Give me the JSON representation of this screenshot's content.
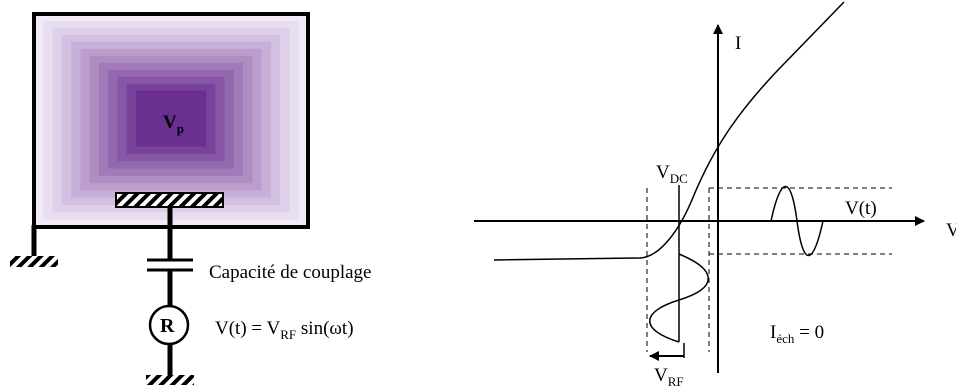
{
  "left_circuit": {
    "plasma_label": {
      "main": "V",
      "sub": "p"
    },
    "capacitor_label": "Capacité de couplage",
    "source_label": "R",
    "source_equation": {
      "lhs": "V(t) = V",
      "sub": "RF",
      "rhs": " sin(ωt)"
    },
    "colors": {
      "plasma_outer": "#f1eaf7",
      "plasma_inner": "#6b2f8f",
      "frame": "#000000"
    }
  },
  "right_graph": {
    "y_axis_label": "I",
    "x_axis_label": "V",
    "signal_label": "V(t)",
    "vdc_label": {
      "main": "V",
      "sub": "DC"
    },
    "vrf_label": {
      "main": "V",
      "sub": "RF"
    },
    "current_label": {
      "main": "I",
      "sub": "éch",
      "rhs": " = 0"
    }
  }
}
